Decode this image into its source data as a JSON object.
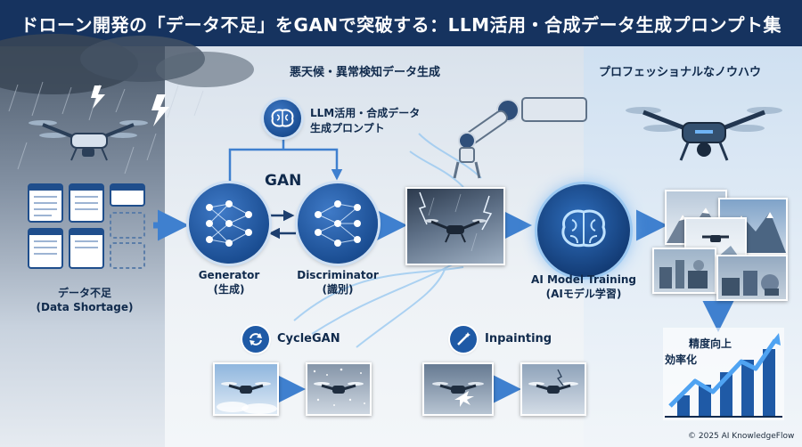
{
  "header": {
    "title": "ドローン開発の「データ不足」をGANで突破する：LLM活用・合成データ生成プロンプト集"
  },
  "sections": {
    "center_title": "悪天候・異常検知データ生成",
    "right_title": "プロフェッショナルなノウハウ"
  },
  "left": {
    "label_ja": "データ不足",
    "label_en": "(Data Shortage)"
  },
  "llm": {
    "line1": "LLM活用・合成データ",
    "line2": "生成プロンプト"
  },
  "gan": {
    "label": "GAN",
    "generator": {
      "name": "Generator",
      "sub": "(生成)"
    },
    "discriminator": {
      "name": "Discriminator",
      "sub": "(識別)"
    }
  },
  "training": {
    "line1": "AI Model Training",
    "line2": "(AIモデル学習)"
  },
  "methods": {
    "cyclegan": "CycleGAN",
    "inpainting": "Inpainting"
  },
  "results": {
    "accuracy": "精度向上",
    "efficiency": "効率化"
  },
  "footer": {
    "copyright": "© 2025 AI KnowledgeFlow"
  },
  "colors": {
    "navy": "#16335f",
    "accent": "#1f5aa6",
    "arrow": "#3f80cf"
  }
}
